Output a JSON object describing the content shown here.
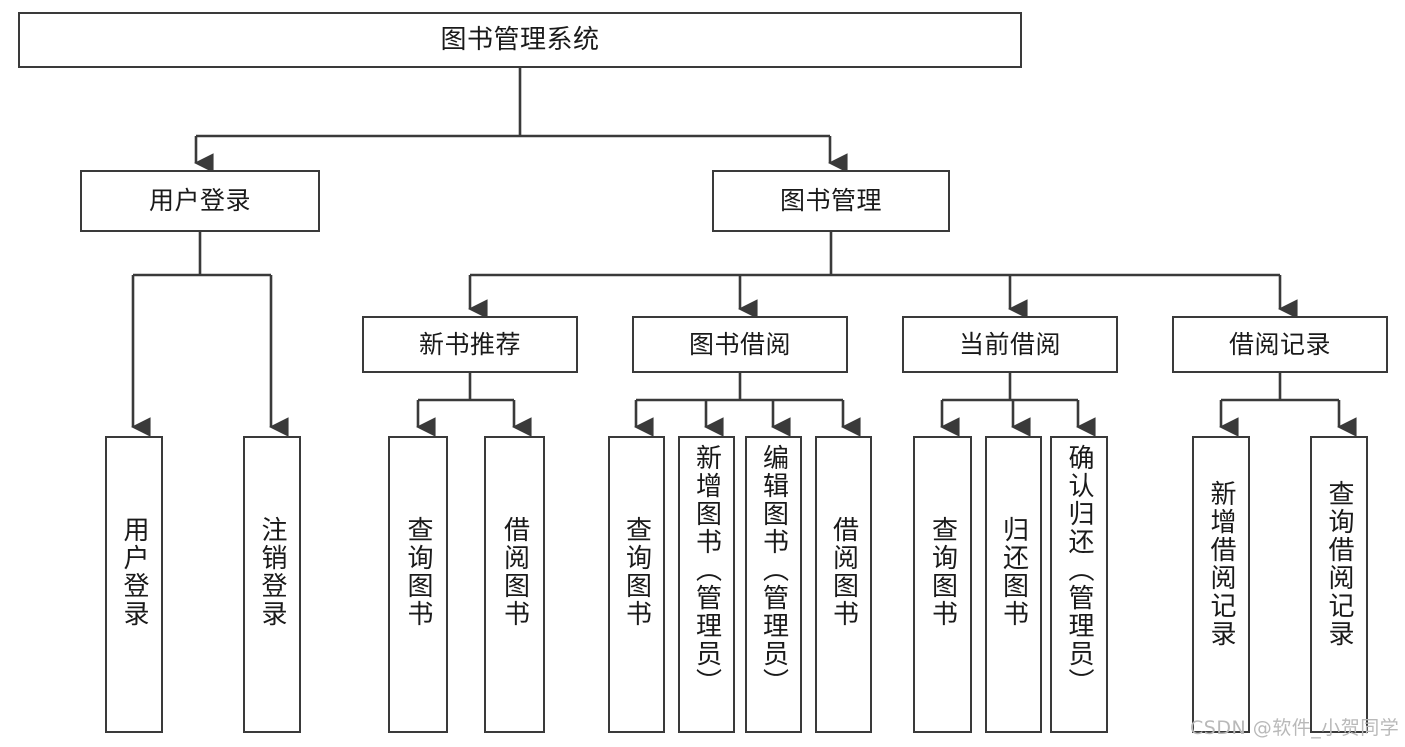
{
  "diagram": {
    "type": "tree",
    "title": "图书管理系统",
    "watermark": "CSDN @软件_小贺同学",
    "root": {
      "id": "root",
      "label": "图书管理系统"
    },
    "level2": [
      {
        "id": "user-login",
        "label": "用户登录"
      },
      {
        "id": "book-manage",
        "label": "图书管理"
      }
    ],
    "level3": [
      {
        "id": "new-book-recommend",
        "label": "新书推荐"
      },
      {
        "id": "book-borrow",
        "label": "图书借阅"
      },
      {
        "id": "current-borrow",
        "label": "当前借阅"
      },
      {
        "id": "borrow-record",
        "label": "借阅记录"
      }
    ],
    "leaves": [
      {
        "id": "leaf-user-login",
        "label": "用户登录",
        "parent": "user-login"
      },
      {
        "id": "leaf-user-logout",
        "label": "注销登录",
        "parent": "user-login"
      },
      {
        "id": "leaf-query-book-1",
        "label": "查询图书",
        "parent": "new-book-recommend"
      },
      {
        "id": "leaf-borrow-book-1",
        "label": "借阅图书",
        "parent": "new-book-recommend"
      },
      {
        "id": "leaf-query-book-2",
        "label": "查询图书",
        "parent": "book-borrow"
      },
      {
        "id": "leaf-add-book",
        "label": "新增图书（管理员）",
        "parent": "book-borrow"
      },
      {
        "id": "leaf-edit-book",
        "label": "编辑图书（管理员）",
        "parent": "book-borrow"
      },
      {
        "id": "leaf-borrow-book-2",
        "label": "借阅图书",
        "parent": "book-borrow"
      },
      {
        "id": "leaf-query-book-3",
        "label": "查询图书",
        "parent": "current-borrow"
      },
      {
        "id": "leaf-return-book",
        "label": "归还图书",
        "parent": "current-borrow"
      },
      {
        "id": "leaf-confirm-return",
        "label": "确认归还（管理员）",
        "parent": "current-borrow"
      },
      {
        "id": "leaf-add-record",
        "label": "新增借阅记录",
        "parent": "borrow-record"
      },
      {
        "id": "leaf-query-record",
        "label": "查询借阅记录",
        "parent": "borrow-record"
      }
    ],
    "colors": {
      "border": "#3a3a3a",
      "text": "#1a1a1a",
      "background": "#ffffff",
      "edge": "#3a3a3a",
      "watermark": "#b9b9b9"
    }
  }
}
